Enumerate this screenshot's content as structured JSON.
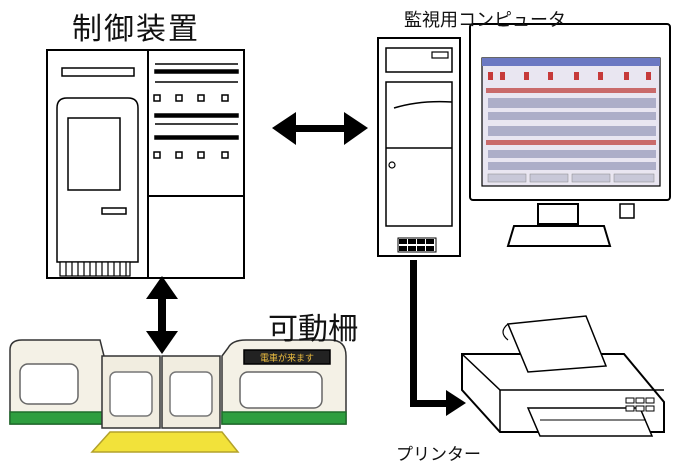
{
  "labels": {
    "control_unit": "制御装置",
    "monitoring_pc": "監視用コンピュータ",
    "platform_gate": "可動柵",
    "printer": "プリンター",
    "gate_display": "電車が来ます"
  },
  "colors": {
    "line": "#000000",
    "gate_green": "#2e9e3f",
    "gate_yellow": "#f2e23a",
    "gate_body": "#f4f1e6",
    "screen_bg": "#e9e6f1"
  },
  "icons": [
    "control-cabinet",
    "computer-tower",
    "monitor",
    "printer",
    "platform-gate",
    "double-arrow",
    "flow-arrow"
  ]
}
